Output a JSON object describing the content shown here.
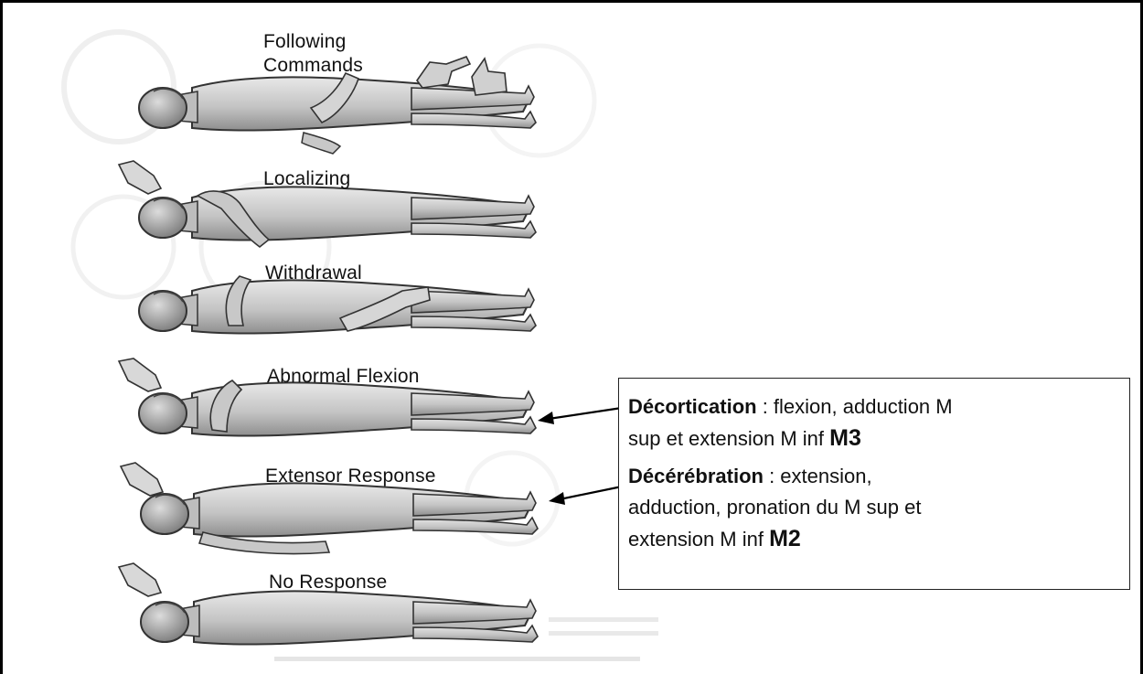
{
  "labels": {
    "following_line1": "Following",
    "following_line2": "Commands",
    "localizing": "Localizing",
    "withdrawal": "Withdrawal",
    "abnormal_flexion": "Abnormal Flexion",
    "extensor_response": "Extensor Response",
    "no_response": "No Response"
  },
  "callout": {
    "decortication": {
      "term": "Décortication",
      "desc_line1": " : flexion, adduction M",
      "desc_line2": "sup et extension M inf ",
      "grade": "M3"
    },
    "decerebration": {
      "term": "Décérébration",
      "desc_line1": " : extension,",
      "desc_line2": "adduction, pronation du M sup et",
      "desc_line3": "extension M inf ",
      "grade": "M2"
    }
  },
  "colors": {
    "figure_fill": "#c9c9c9",
    "figure_stroke": "#333333",
    "background_text": "#e6e6e6"
  }
}
